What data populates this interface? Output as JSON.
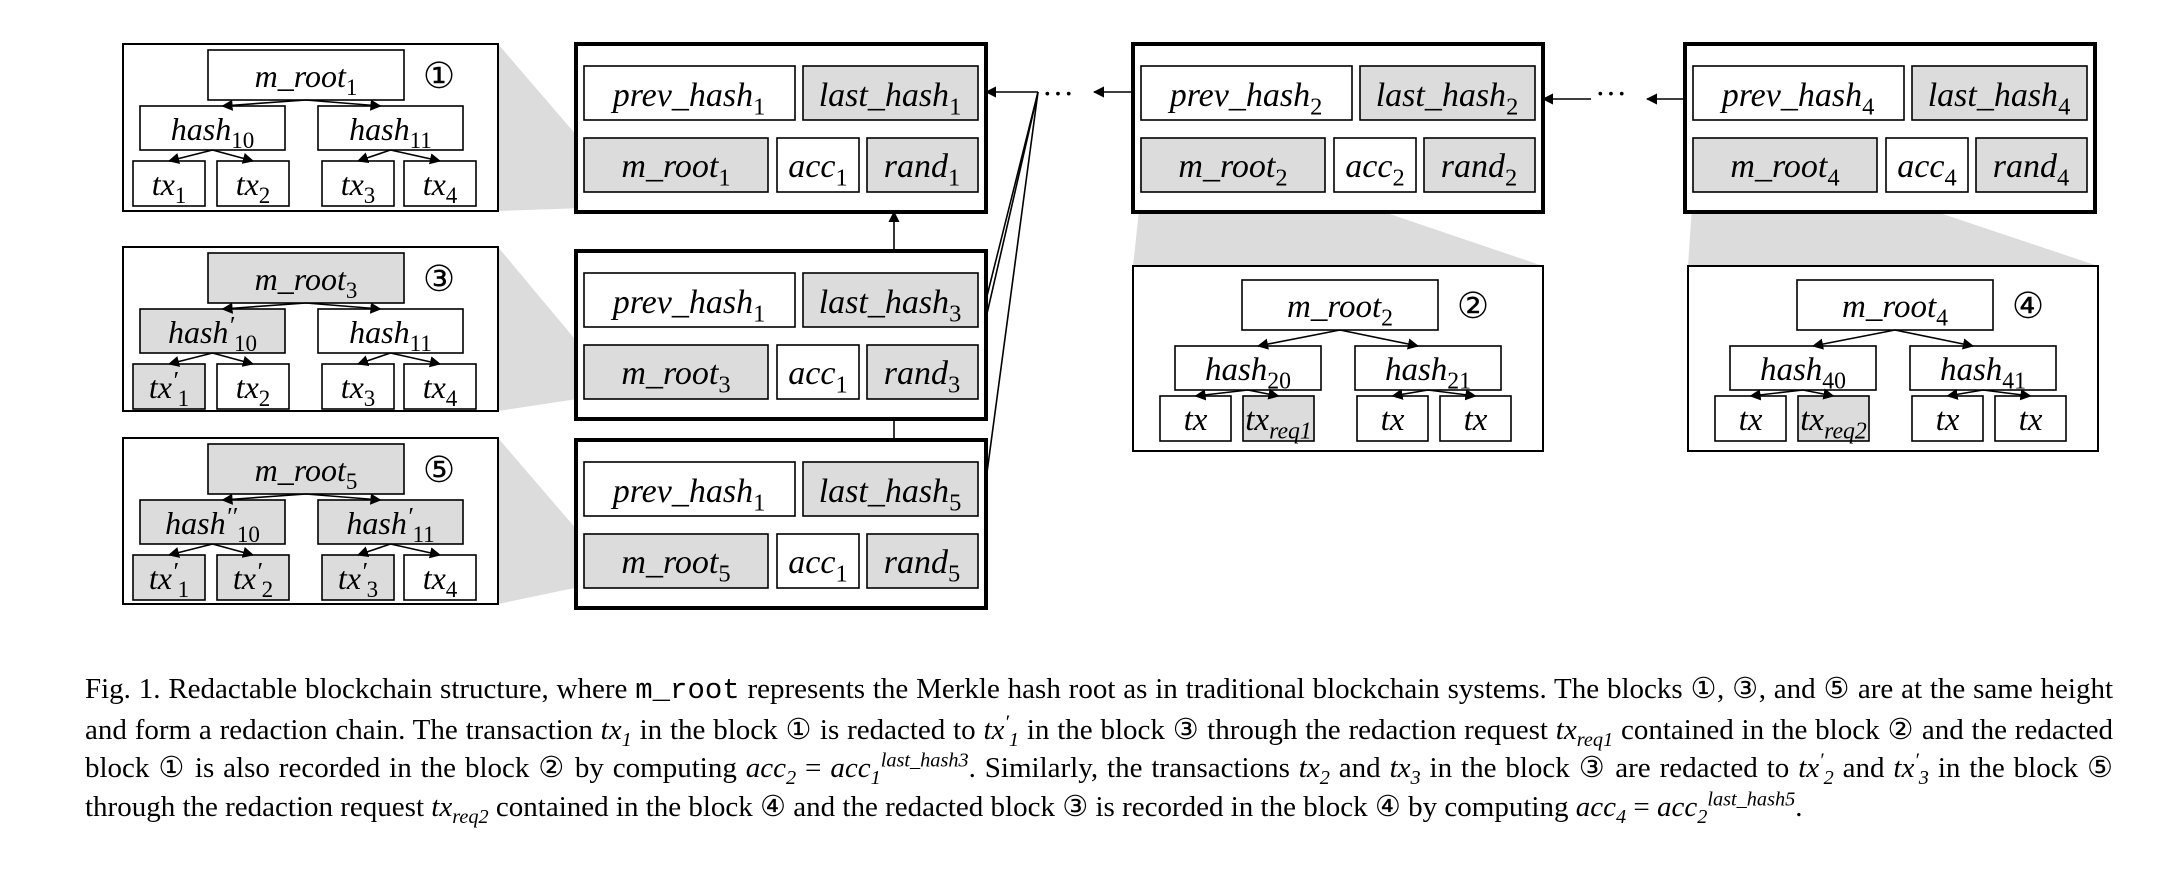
{
  "colors": {
    "shaded": "#dcdcdc",
    "stroke": "#000000",
    "background": "#ffffff"
  },
  "trees": {
    "t1": {
      "root": "m_root",
      "root_sub": "1",
      "marker": "①",
      "left": {
        "b": "hash",
        "s": "10",
        "p": "",
        "sh": false
      },
      "right": {
        "b": "hash",
        "s": "11",
        "p": "",
        "sh": false
      },
      "leaves": [
        {
          "b": "tx",
          "s": "1",
          "p": "",
          "sh": false
        },
        {
          "b": "tx",
          "s": "2",
          "p": "",
          "sh": false
        },
        {
          "b": "tx",
          "s": "3",
          "p": "",
          "sh": false
        },
        {
          "b": "tx",
          "s": "4",
          "p": "",
          "sh": false
        }
      ]
    },
    "t3": {
      "root": "m_root",
      "root_sub": "3",
      "marker": "③",
      "left": {
        "b": "hash",
        "s": "10",
        "p": "′",
        "sh": true
      },
      "right": {
        "b": "hash",
        "s": "11",
        "p": "",
        "sh": false
      },
      "leaves": [
        {
          "b": "tx",
          "s": "1",
          "p": "′",
          "sh": true
        },
        {
          "b": "tx",
          "s": "2",
          "p": "",
          "sh": false
        },
        {
          "b": "tx",
          "s": "3",
          "p": "",
          "sh": false
        },
        {
          "b": "tx",
          "s": "4",
          "p": "",
          "sh": false
        }
      ]
    },
    "t5": {
      "root": "m_root",
      "root_sub": "5",
      "marker": "⑤",
      "left": {
        "b": "hash",
        "s": "10",
        "p": "′′",
        "sh": true
      },
      "right": {
        "b": "hash",
        "s": "11",
        "p": "′",
        "sh": true
      },
      "leaves": [
        {
          "b": "tx",
          "s": "1",
          "p": "′",
          "sh": true
        },
        {
          "b": "tx",
          "s": "2",
          "p": "′",
          "sh": true
        },
        {
          "b": "tx",
          "s": "3",
          "p": "′",
          "sh": true
        },
        {
          "b": "tx",
          "s": "4",
          "p": "",
          "sh": false
        }
      ]
    },
    "t2": {
      "root": "m_root",
      "root_sub": "2",
      "marker": "②",
      "left": {
        "b": "hash",
        "s": "20",
        "p": "",
        "sh": false
      },
      "right": {
        "b": "hash",
        "s": "21",
        "p": "",
        "sh": false
      },
      "leaves": [
        {
          "b": "tx",
          "s": "",
          "p": "",
          "sh": false
        },
        {
          "b": "tx",
          "s": "req1",
          "p": "",
          "sh": true
        },
        {
          "b": "tx",
          "s": "",
          "p": "",
          "sh": false
        },
        {
          "b": "tx",
          "s": "",
          "p": "",
          "sh": false
        }
      ]
    },
    "t4": {
      "root": "m_root",
      "root_sub": "4",
      "marker": "④",
      "left": {
        "b": "hash",
        "s": "40",
        "p": "",
        "sh": false
      },
      "right": {
        "b": "hash",
        "s": "41",
        "p": "",
        "sh": false
      },
      "leaves": [
        {
          "b": "tx",
          "s": "",
          "p": "",
          "sh": false
        },
        {
          "b": "tx",
          "s": "req2",
          "p": "",
          "sh": true
        },
        {
          "b": "tx",
          "s": "",
          "p": "",
          "sh": false
        },
        {
          "b": "tx",
          "s": "",
          "p": "",
          "sh": false
        }
      ]
    }
  },
  "blocks": {
    "b1": {
      "prev": "prev_hash",
      "prev_sub": "1",
      "last": "last_hash",
      "last_sub": "1",
      "root": "m_root",
      "root_sub": "1",
      "acc": "acc",
      "acc_sub": "1",
      "rand": "rand",
      "rand_sub": "1"
    },
    "b3": {
      "prev": "prev_hash",
      "prev_sub": "1",
      "last": "last_hash",
      "last_sub": "3",
      "root": "m_root",
      "root_sub": "3",
      "acc": "acc",
      "acc_sub": "1",
      "rand": "rand",
      "rand_sub": "3"
    },
    "b5": {
      "prev": "prev_hash",
      "prev_sub": "1",
      "last": "last_hash",
      "last_sub": "5",
      "root": "m_root",
      "root_sub": "5",
      "acc": "acc",
      "acc_sub": "1",
      "rand": "rand",
      "rand_sub": "5"
    },
    "b2": {
      "prev": "prev_hash",
      "prev_sub": "2",
      "last": "last_hash",
      "last_sub": "2",
      "root": "m_root",
      "root_sub": "2",
      "acc": "acc",
      "acc_sub": "2",
      "rand": "rand",
      "rand_sub": "2"
    },
    "b4": {
      "prev": "prev_hash",
      "prev_sub": "4",
      "last": "last_hash",
      "last_sub": "4",
      "root": "m_root",
      "root_sub": "4",
      "acc": "acc",
      "acc_sub": "4",
      "rand": "rand",
      "rand_sub": "4"
    }
  },
  "ellipses": [
    "···",
    "···"
  ],
  "caption": {
    "p1": "Fig. 1.   Redactable blockchain structure, where ",
    "code": "m_root",
    "p2": " represents the Merkle hash root as in traditional blockchain systems. The blocks ①, ③, and ⑤ are at the same height and form a redaction chain. The transaction ",
    "tx": "tx",
    "one": "1",
    "p3": " in the block ① is redacted to ",
    "prime": "′",
    "p4": " in the block ③ through the redaction request ",
    "req1": "req1",
    "p5": " contained in the block ② and the redacted block ① is also recorded in the block ② by computing ",
    "acc": "acc",
    "two": "2",
    "eq": " = ",
    "exp3": "last_hash3",
    "p6": ". Similarly, the transactions ",
    "p7": " and ",
    "three": "3",
    "p8": " in the block ③ are redacted to ",
    "p9": " and ",
    "p10": " in the block ⑤ through the redaction request ",
    "req2": "req2",
    "p11": " contained in the block ④ and the redacted block ③ is recorded in the block ④ by computing ",
    "four": "4",
    "exp5": "last_hash5",
    "p12": "."
  }
}
